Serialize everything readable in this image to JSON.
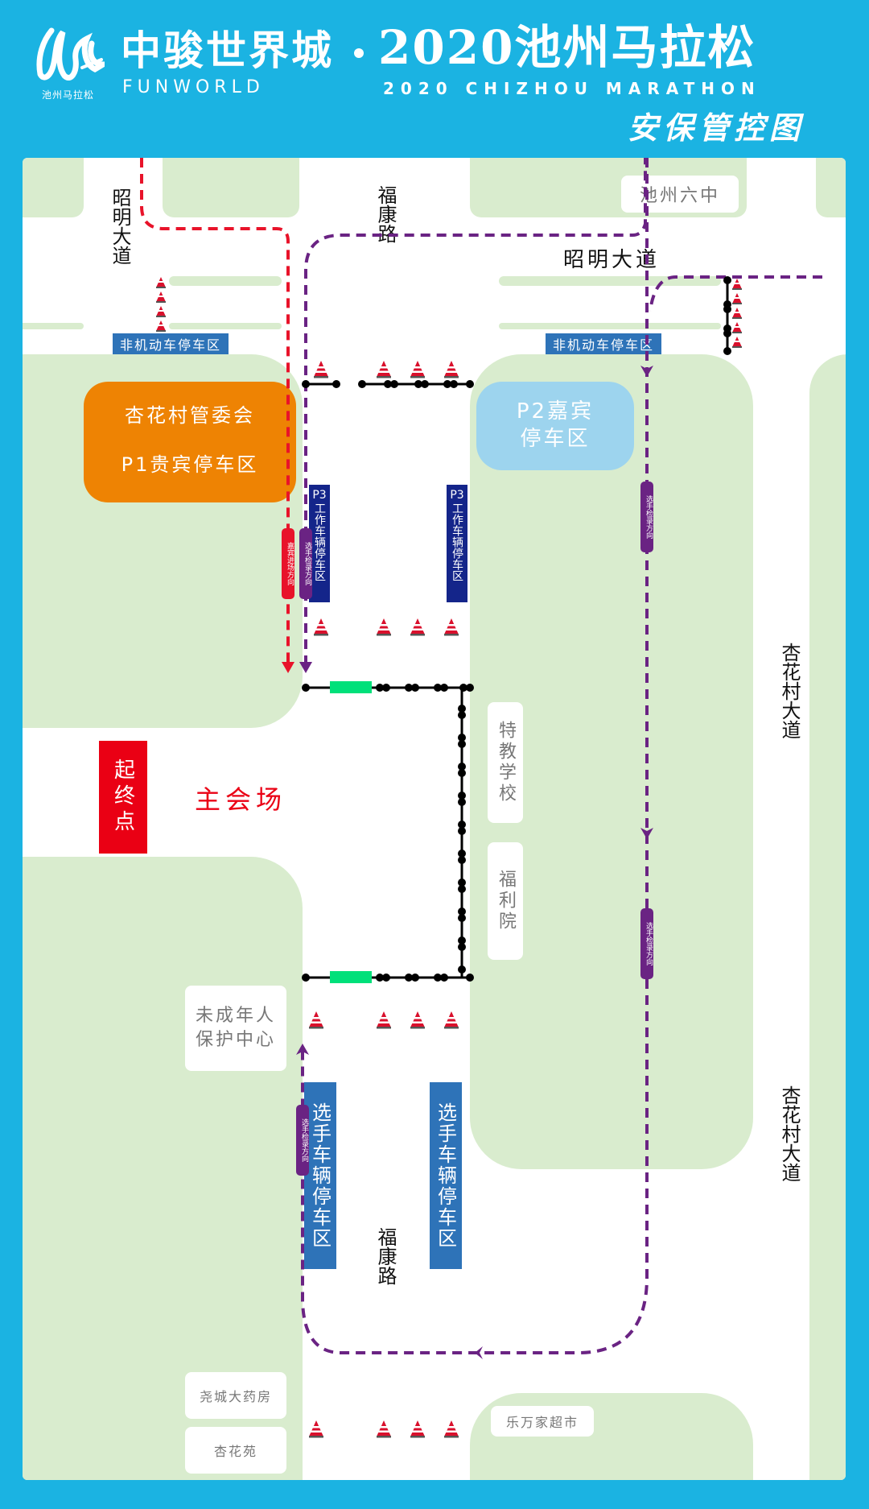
{
  "header": {
    "logo_sub": "池州马拉松",
    "brand": "中骏世界城",
    "brand_en": "FUNWORLD",
    "title": "2020池州马拉松",
    "title_en": "2020 CHIZHOU MARATHON",
    "subtitle": "安保管控图"
  },
  "roads": {
    "zhaoming_vertical": "昭明大道",
    "zhaoming_horizontal": "昭明大道",
    "fukang_top": "福康路",
    "fukang_bottom": "福康路",
    "xinghuacun_upper": "杏花村大道",
    "xinghuacun_lower": "杏花村大道"
  },
  "places": {
    "chizhou_six": "池州六中",
    "p1_line1": "杏花村管委会",
    "p1_line2": "P1贵宾停车区",
    "p2_line1": "P2嘉宾",
    "p2_line2": "停车区",
    "nonmotor_left": "非机动车停车区",
    "nonmotor_right": "非机动车停车区",
    "p3_left_code": "P3",
    "p3_left_text": "工作车辆停车区",
    "p3_right_code": "P3",
    "p3_right_text": "工作车辆停车区",
    "start_finish": "起终点",
    "main_venue": "主会场",
    "special_school": "特教学校",
    "welfare_home": "福利院",
    "minor_center_line1": "未成年人",
    "minor_center_line2": "保护中心",
    "runner_parking_left": "选手车辆停车区",
    "runner_parking_right": "选手车辆停车区",
    "pharmacy": "尧城大药房",
    "xinghuayuan": "杏花苑",
    "supermarket": "乐万家超市"
  },
  "legend_pills": {
    "vip_entry": "嘉宾进场方向",
    "runner_checkin": "选手检录方向"
  },
  "colors": {
    "frame": "#1bb3e2",
    "block": "#d9ecce",
    "vip_route": "#e8132a",
    "runner_route": "#6a2383",
    "p1": "#ee8303",
    "p2": "#9dd4ee",
    "p3": "#14258a",
    "tag_blue": "#2e73b8",
    "gate_green": "#00e07a",
    "start_red": "#ea0014"
  },
  "icons": {
    "cone": "traffic-cone-icon",
    "barrier": "barrier-icon",
    "gate": "gate-icon"
  }
}
